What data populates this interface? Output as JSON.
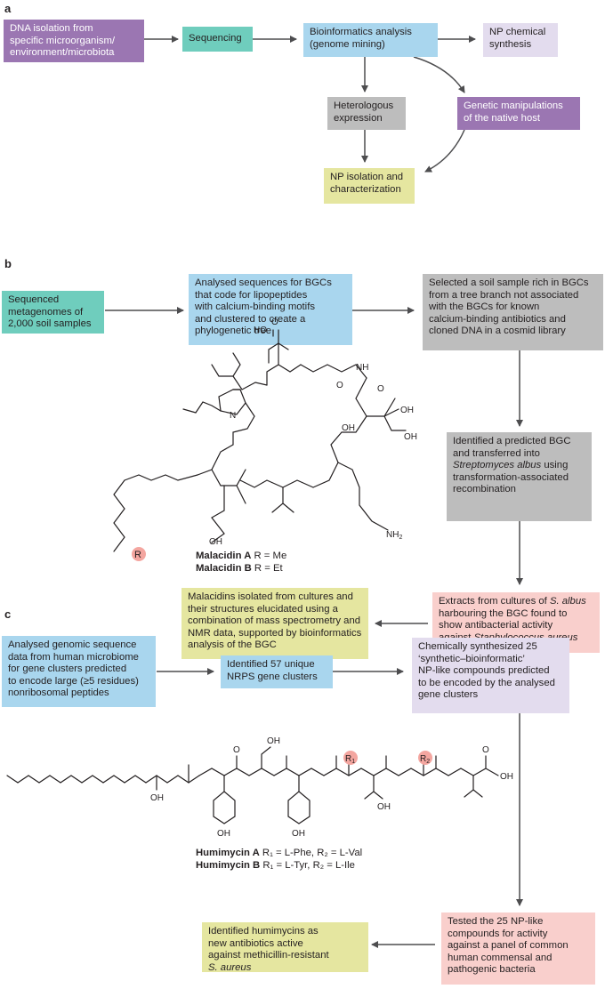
{
  "panels": {
    "a": "a",
    "b": "b",
    "c": "c"
  },
  "a": {
    "dna": "DNA isolation from\nspecific microorganism/\nenvironment/microbiota",
    "sequencing": "Sequencing",
    "bioinformatics": "Bioinformatics analysis\n(genome mining)",
    "np_synthesis": "NP chemical\nsynthesis",
    "heterologous": "Heterologous\nexpression",
    "genetic": "Genetic manipulations\nof the native host",
    "np_isolation": "NP isolation and\ncharacterization"
  },
  "b": {
    "sequenced": "Sequenced\nmetagenomes of\n2,000 soil samples",
    "analysed": "Analysed sequences for BGCs\nthat code for lipopeptides\nwith calcium-binding motifs\nand clustered to create a\nphylogenetic tree",
    "selected": "Selected a soil sample rich in BGCs\nfrom a tree branch not associated\nwith the BGCs for known\ncalcium-binding antibiotics and\ncloned DNA in a cosmid library",
    "identified_pre": "Identified a predicted BGC\nand transferred into\n",
    "identified_species": "Streptomyces albus",
    "identified_post": " using\ntransformation-associated\nrecombination",
    "extracts_pre": "Extracts from cultures of ",
    "extracts_species": "S. albus",
    "extracts_mid": "\nharbouring the BGC found to\nshow antibacterial activity\nagainst ",
    "extracts_species2": "Staphylococcus aureus",
    "malacidins": "Malacidins isolated from cultures and\ntheir structures elucidated using a\ncombination of mass spectrometry and\nNMR data, supported by bioinformatics\nanalysis of the BGC",
    "compound_a_name": "Malacidin A",
    "compound_a_r": "R = Me",
    "compound_b_name": "Malacidin B",
    "compound_b_r": "R = Et",
    "r_label": "R"
  },
  "c": {
    "analysed": "Analysed genomic sequence\ndata from human microbiome\nfor gene clusters predicted\nto encode large (≥5 residues)\nnonribosomal peptides",
    "identified": "Identified 57 unique\nNRPS gene clusters",
    "synthesized": "Chemically synthesized 25\n‘synthetic–bioinformatic’\nNP-like compounds predicted\nto be encoded by the analysed\ngene clusters",
    "tested": "Tested the 25 NP-like\ncompounds for activity\nagainst a panel of common\nhuman commensal and\npathogenic bacteria",
    "humimycins_pre": "Identified humimycins as\nnew antibiotics active\nagainst methicillin-resistant\n",
    "humimycins_species": "S. aureus",
    "compound_a_name": "Humimycin A",
    "compound_a_r": "R₁ = L-Phe, R₂ = L-Val",
    "compound_b_name": "Humimycin B",
    "compound_b_r": "R₁ = L-Tyr, R₂ = L-Ile",
    "r1_label": "R",
    "r2_label": "R"
  },
  "chem_labels": {
    "ho": "HO",
    "oh": "OH",
    "o": "O",
    "n": "N",
    "h": "H",
    "nh2": "NH2",
    "nh": "NH"
  },
  "colors": {
    "purple": "#9b76b2",
    "teal": "#6fcdbd",
    "blue": "#a9d6ee",
    "lilac": "#e3dcee",
    "grey": "#bdbdbd",
    "yellow": "#e5e6a0",
    "pink": "#f9cfcc",
    "arrow": "#4d4d4f",
    "r_highlight": "#f4a6a0"
  }
}
